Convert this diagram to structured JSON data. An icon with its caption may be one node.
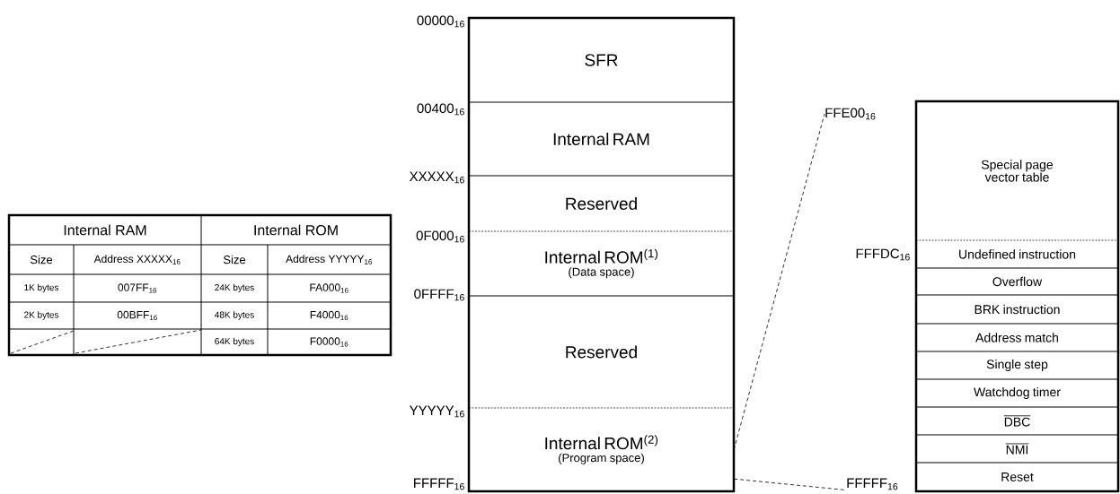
{
  "diagram": {
    "nodes": [
      {
        "text": [],
        "shape": "box"
      },
      {
        "text": [
          "SFR"
        ],
        "in": 0
      },
      {
        "text": [
          "Internal RAM"
        ],
        "in": 0
      },
      {
        "text": [
          "Reserved"
        ],
        "in": 0
      },
      {
        "text": [
          "Internal ROM$^{(1)}$",
          "(Data space)"
        ],
        "in": 0
      },
      {
        "text": [
          "Reserved"
        ],
        "in": 0
      },
      {
        "text": [
          "Internal ROM$^{(2)}$",
          "(Program space)"
        ],
        "in": 0
      },
      {
        "text": [],
        "shape": "box"
      },
      {
        "text": [
          "Special page vector table"
        ],
        "in": 7
      },
      {
        "text": [
          "Undefined instruction"
        ],
        "in": 7
      },
      {
        "text": [
          "Overflow"
        ],
        "in": 7
      },
      {
        "text": [
          "BRK instruction"
        ],
        "in": 7
      },
      {
        "text": [
          "Address match"
        ],
        "in": 7
      },
      {
        "text": [
          "Single step"
        ],
        "in": 7
      },
      {
        "text": [
          "Watchdog timer"
        ],
        "in": 7
      },
      {
        "text": [
          "DBC"
        ],
        "in": 7
      },
      {
        "text": [
          "NMI"
        ],
        "in": 7
      },
      {
        "text": [
          "Reset"
        ],
        "in": 7
      },
      {
        "text": [
          "FFE00$_{16}$"
        ]
      },
      {
        "text": [
          "FFFFF$_{16}$"
        ]
      }
    ],
    "edges": [
      {
        "from": 6,
        "to": 18,
        "arrow": "none",
        "style": "dashed"
      },
      {
        "from": 6,
        "to": 19,
        "arrow": "none",
        "style": "dashed"
      }
    ],
    "labels": [
      "Internal RAM",
      "Internal ROM",
      "Size",
      "Address XXXXX$_{16}$",
      "Size",
      "Address YYYYY$_{16}$",
      "1K bytes",
      "007FF$_{16}$",
      "24K bytes",
      "FA000$_{16}$",
      "2K bytes",
      "00BFF$_{16}$",
      "48K bytes",
      "F4000$_{16}$",
      "64K bytes",
      "F0000$_{16}$",
      "00000$_{16}$",
      "00400$_{16}$",
      "XXXXX$_{16}$",
      "0F000$_{16}$",
      "0FFFF$_{16}$",
      "YYYYY$_{16}$",
      "FFFFF$_{16}$",
      "FFFDC$_{16}$"
    ]
  }
}
